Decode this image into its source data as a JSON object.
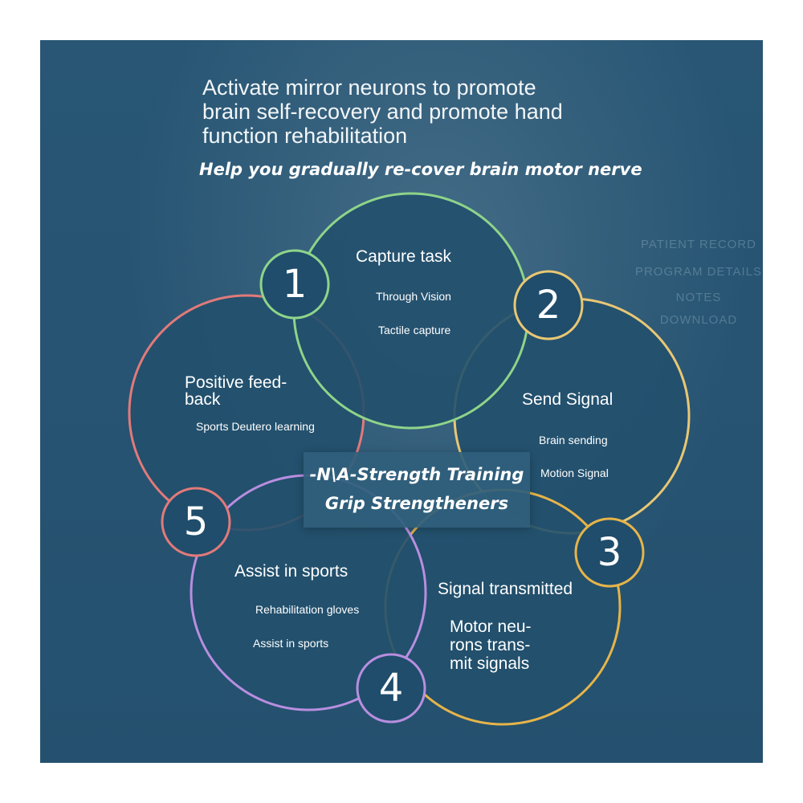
{
  "headline": {
    "line1": "Activate mirror neurons to promote",
    "line2": "brain self-recovery and promote hand",
    "line3": "function rehabilitation"
  },
  "subheadline": "Help you gradually re-cover brain motor nerve",
  "background_text": [
    "PATIENT RECORD",
    "PROGRAM DETAILS",
    "NOTES",
    "DOWNLOAD"
  ],
  "center_box": {
    "line1": "-N\\A-Strength Training",
    "line2": "Grip Strengtheners"
  },
  "steps": [
    {
      "number": "1",
      "title": "Capture task",
      "lines": [
        "Through Vision",
        "Tactile capture"
      ],
      "color": "#8fd48a"
    },
    {
      "number": "2",
      "title": "Send Signal",
      "lines": [
        "Brain sending",
        "Motion Signal"
      ],
      "color": "#e9c774"
    },
    {
      "number": "3",
      "title": "Signal transmitted",
      "lines": [
        "Motor neu-",
        "rons trans-",
        "mit signals"
      ],
      "color": "#e6b44a"
    },
    {
      "number": "4",
      "title": "Assist in sports",
      "lines": [
        "Rehabilitation gloves",
        "Assist in sports"
      ],
      "color": "#b98ee0"
    },
    {
      "number": "5",
      "title_lines": [
        "Positive feed-",
        "back"
      ],
      "lines": [
        "Sports Deutero learning"
      ],
      "color": "#e27a7a"
    }
  ],
  "colors": {
    "panel_background": "#2a5a78",
    "circle_fill": "#22506d",
    "badge_fill": "#1f4d6b",
    "text": "#ffffff"
  }
}
